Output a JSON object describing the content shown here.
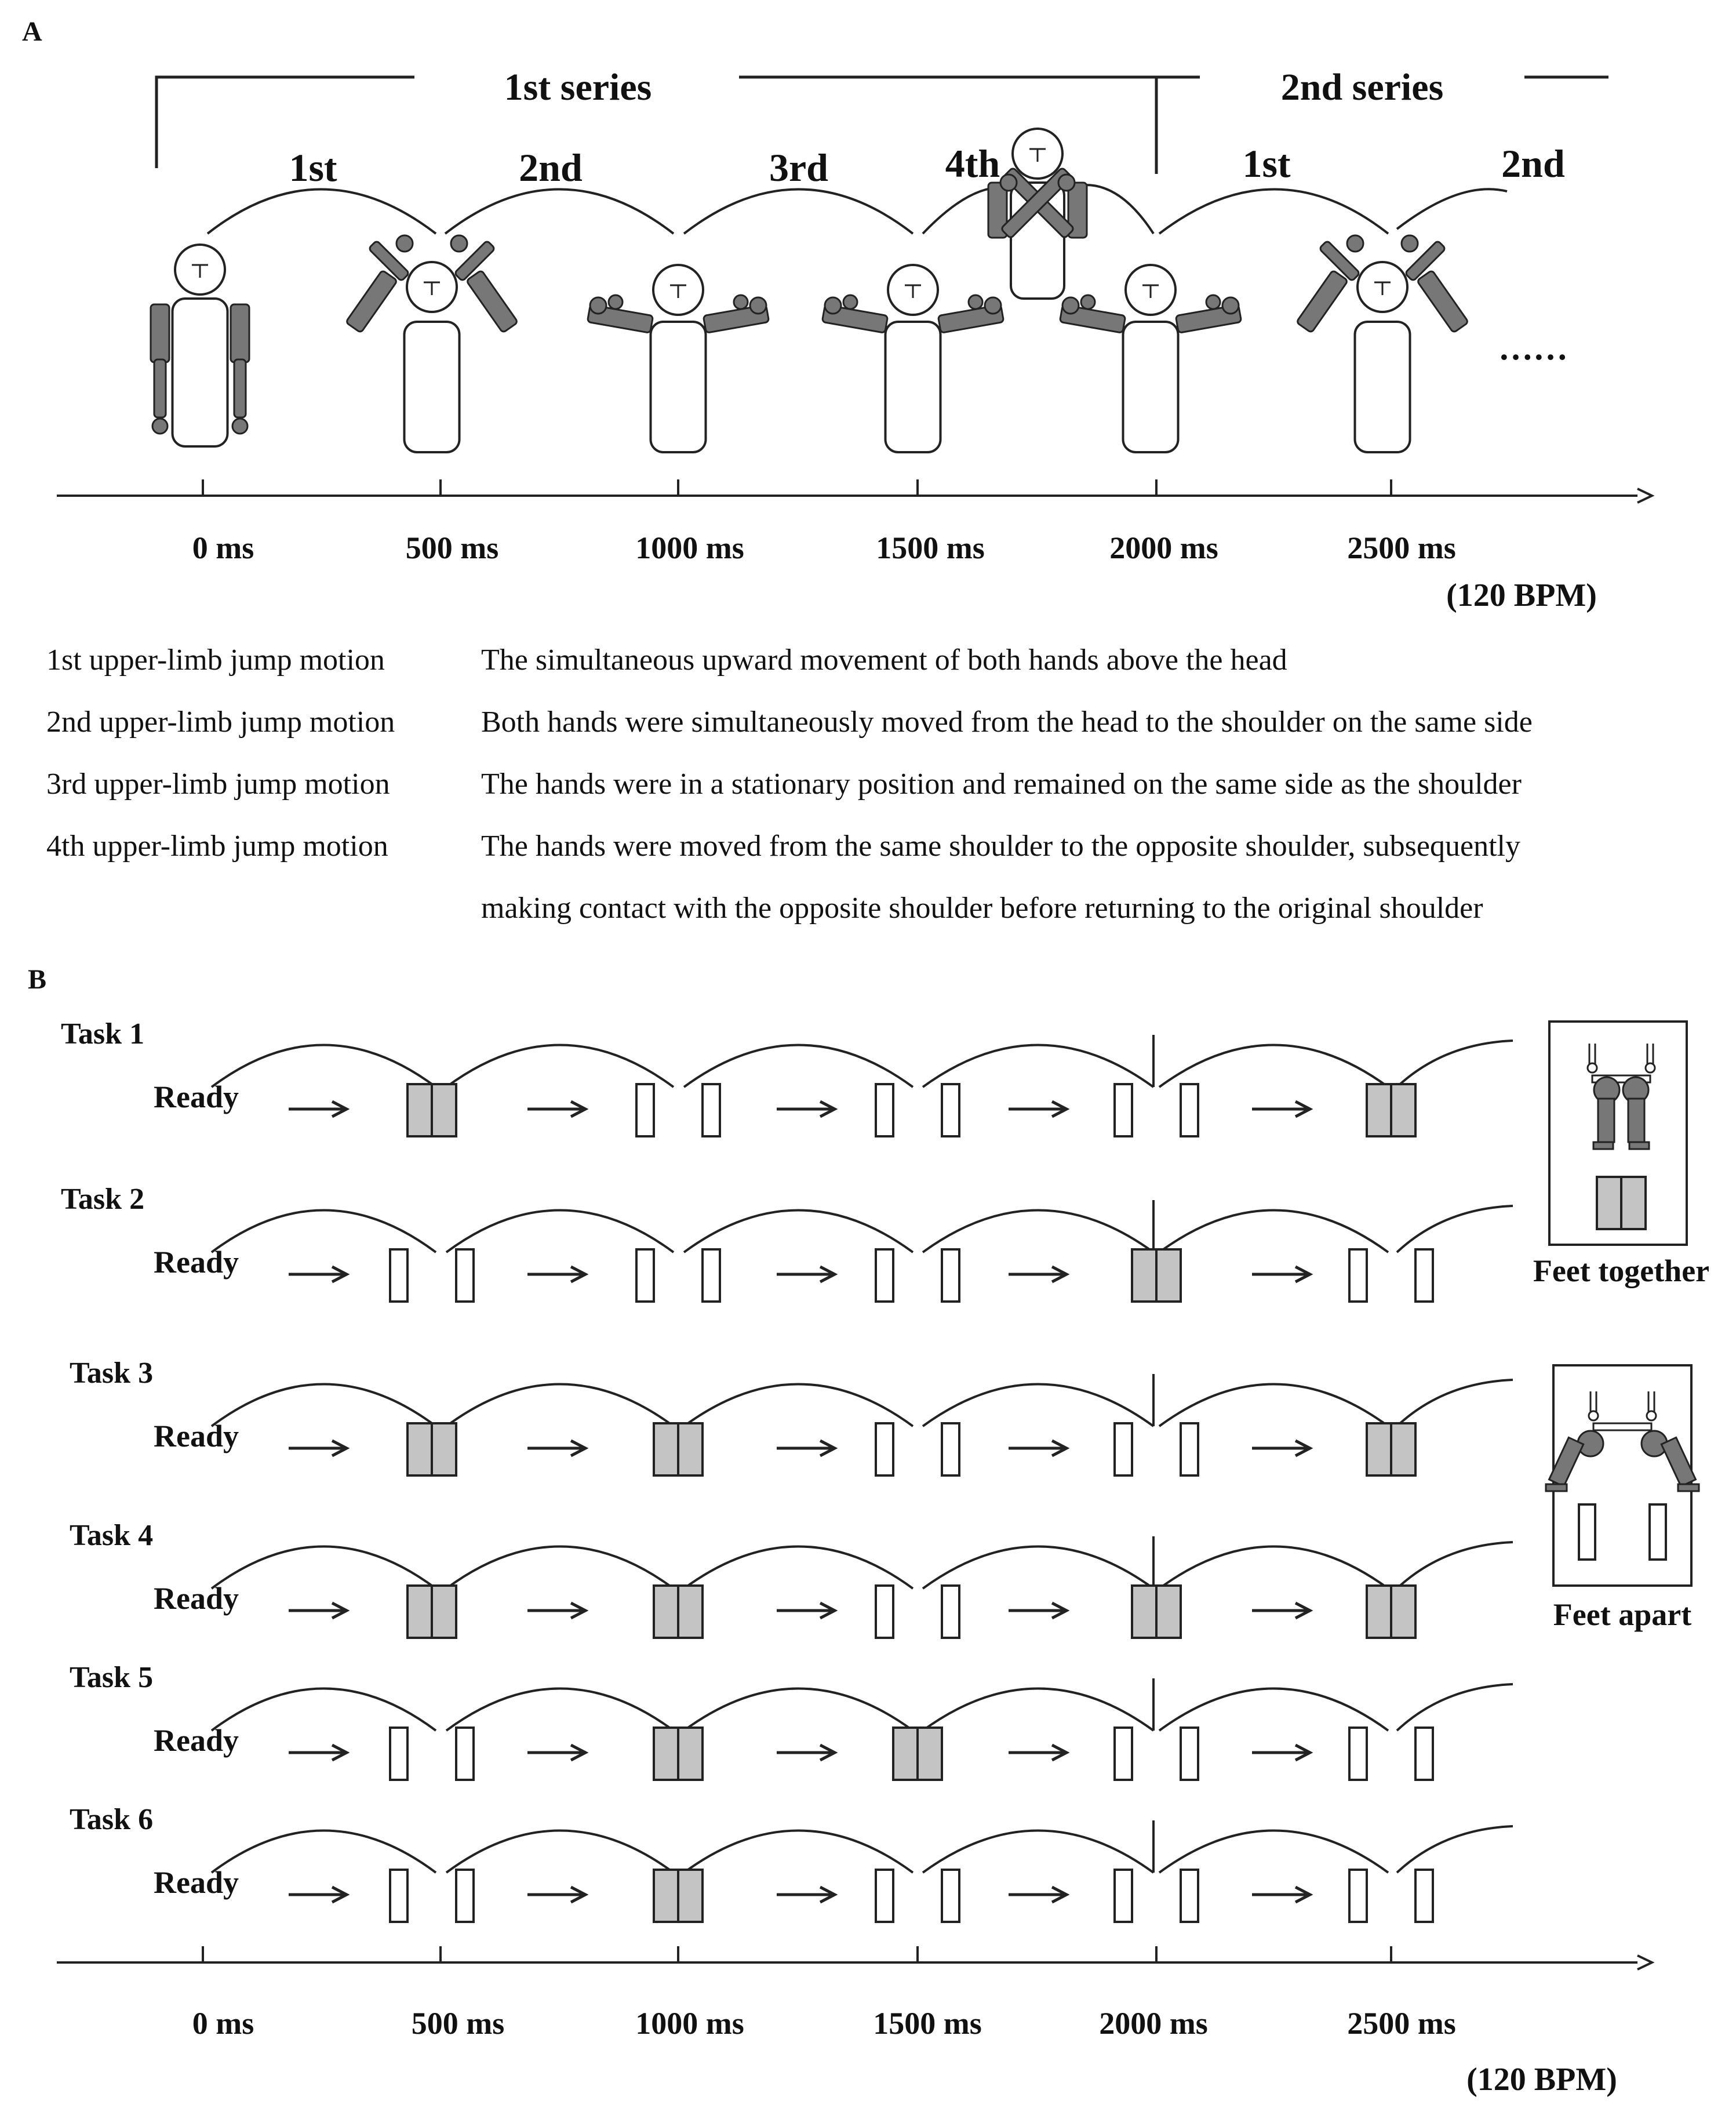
{
  "panel_a": {
    "label": "A",
    "series_labels": [
      "1st series",
      "2nd series"
    ],
    "jump_labels": [
      "1st",
      "2nd",
      "3rd",
      "4th",
      "1st",
      "2nd"
    ],
    "ellipsis": "……",
    "time_ticks": [
      "0 ms",
      "500 ms",
      "1000 ms",
      "1500 ms",
      "2000 ms",
      "2500 ms"
    ],
    "tempo": "(120 BPM)",
    "poses": [
      "arms-down",
      "hands-on-head",
      "hands-on-shoulders",
      "hands-on-shoulders",
      "arms-crossed",
      "hands-on-shoulders",
      "hands-on-head"
    ],
    "descriptions": [
      {
        "name": "1st upper-limb jump motion",
        "text": [
          "The simultaneous upward movement of both hands above the head"
        ]
      },
      {
        "name": "2nd upper-limb jump motion",
        "text": [
          "Both hands were simultaneously moved from the head to the shoulder on the same side"
        ]
      },
      {
        "name": "3rd upper-limb jump motion",
        "text": [
          "The hands were in a stationary position and remained on the same side as the shoulder"
        ]
      },
      {
        "name": "4th upper-limb jump motion",
        "text": [
          "The hands were moved from the same shoulder to the opposite shoulder, subsequently",
          "making contact with the opposite shoulder before returning to the original shoulder"
        ]
      }
    ]
  },
  "panel_b": {
    "label": "B",
    "ready_label": "Ready",
    "arrow_glyph": "⟶",
    "tasks": [
      {
        "name": "Task 1",
        "steps": [
          "together",
          "apart",
          "apart",
          "apart",
          "together"
        ]
      },
      {
        "name": "Task 2",
        "steps": [
          "apart",
          "apart",
          "apart",
          "together",
          "apart"
        ]
      },
      {
        "name": "Task 3",
        "steps": [
          "together",
          "together",
          "apart",
          "apart",
          "together"
        ]
      },
      {
        "name": "Task 4",
        "steps": [
          "together",
          "together",
          "apart",
          "together",
          "together"
        ]
      },
      {
        "name": "Task 5",
        "steps": [
          "apart",
          "together",
          "together",
          "apart",
          "apart"
        ]
      },
      {
        "name": "Task 6",
        "steps": [
          "apart",
          "together",
          "apart",
          "apart",
          "apart"
        ]
      }
    ],
    "legend": [
      {
        "label": "Feet together",
        "pose": "together"
      },
      {
        "label": "Feet apart",
        "pose": "apart"
      }
    ],
    "time_ticks": [
      "0 ms",
      "500 ms",
      "1000 ms",
      "1500 ms",
      "2000 ms",
      "2500 ms"
    ],
    "tempo": "(120 BPM)"
  },
  "colors": {
    "ink": "#222222",
    "limb_fill": "#777777",
    "foot_fill": "#c4c4c4",
    "paper": "#ffffff"
  }
}
